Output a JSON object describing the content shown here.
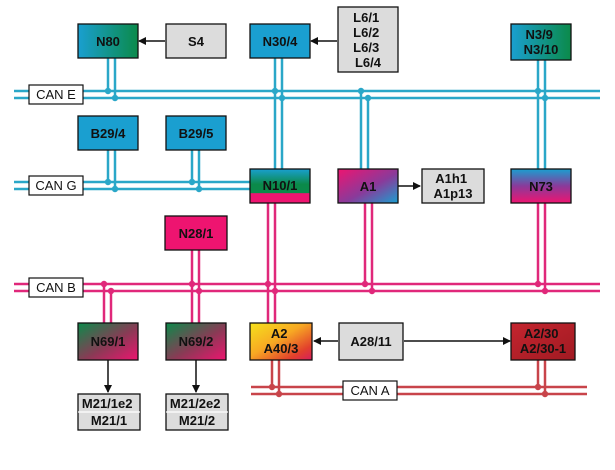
{
  "colors": {
    "can_e": "#2aa7c8",
    "can_g": "#2aa7c8",
    "can_b": "#e0287a",
    "can_a": "#c8444a",
    "node_blue": "#1a9fd0",
    "node_green": "#0b8a4a",
    "node_pink": "#ee1470",
    "node_red": "#c4252f",
    "node_gray": "#dcdcdc",
    "node_orange": "#f7a823",
    "node_purple": "#8a3a9a",
    "wire_dark": "#222222"
  },
  "buses": {
    "can_e": "CAN E",
    "can_g": "CAN G",
    "can_b": "CAN B",
    "can_a": "CAN A"
  },
  "nodes": {
    "n80": [
      "N80"
    ],
    "s4": [
      "S4"
    ],
    "n30_4": [
      "N30/4"
    ],
    "l6": [
      "L6/1",
      "L6/2",
      "L6/3",
      "L6/4"
    ],
    "n3_9": [
      "N3/9",
      "N3/10"
    ],
    "b29_4": [
      "B29/4"
    ],
    "b29_5": [
      "B29/5"
    ],
    "n10_1": [
      "N10/1"
    ],
    "a1": [
      "A1"
    ],
    "a1h1": [
      "A1h1",
      "A1p13"
    ],
    "n73": [
      "N73"
    ],
    "n28_1": [
      "N28/1"
    ],
    "n69_1": [
      "N69/1"
    ],
    "n69_2": [
      "N69/2"
    ],
    "a2": [
      "A2",
      "A40/3"
    ],
    "a28_11": [
      "A28/11"
    ],
    "a2_30": [
      "A2/30",
      "A2/30-1"
    ],
    "m21_1": [
      "M21/1e2",
      "M21/1"
    ],
    "m21_2": [
      "M21/2e2",
      "M21/2"
    ]
  }
}
